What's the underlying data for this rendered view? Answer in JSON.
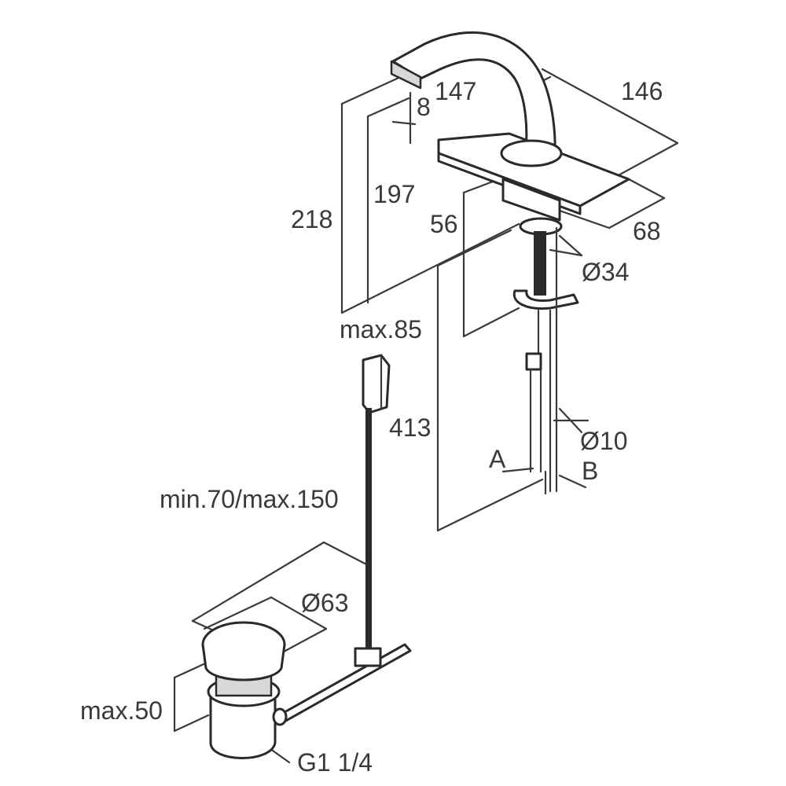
{
  "labels": {
    "d147": "147",
    "d146": "146",
    "d8": "8",
    "d218": "218",
    "d197": "197",
    "d56": "56",
    "d68": "68",
    "dia34": "Ø34",
    "max85": "max.85",
    "d413": "413",
    "dia10": "Ø10",
    "a": "A",
    "b": "B",
    "min70max150": "min.70/max.150",
    "dia63": "Ø63",
    "max50": "max.50",
    "g114": "G1 1/4"
  }
}
